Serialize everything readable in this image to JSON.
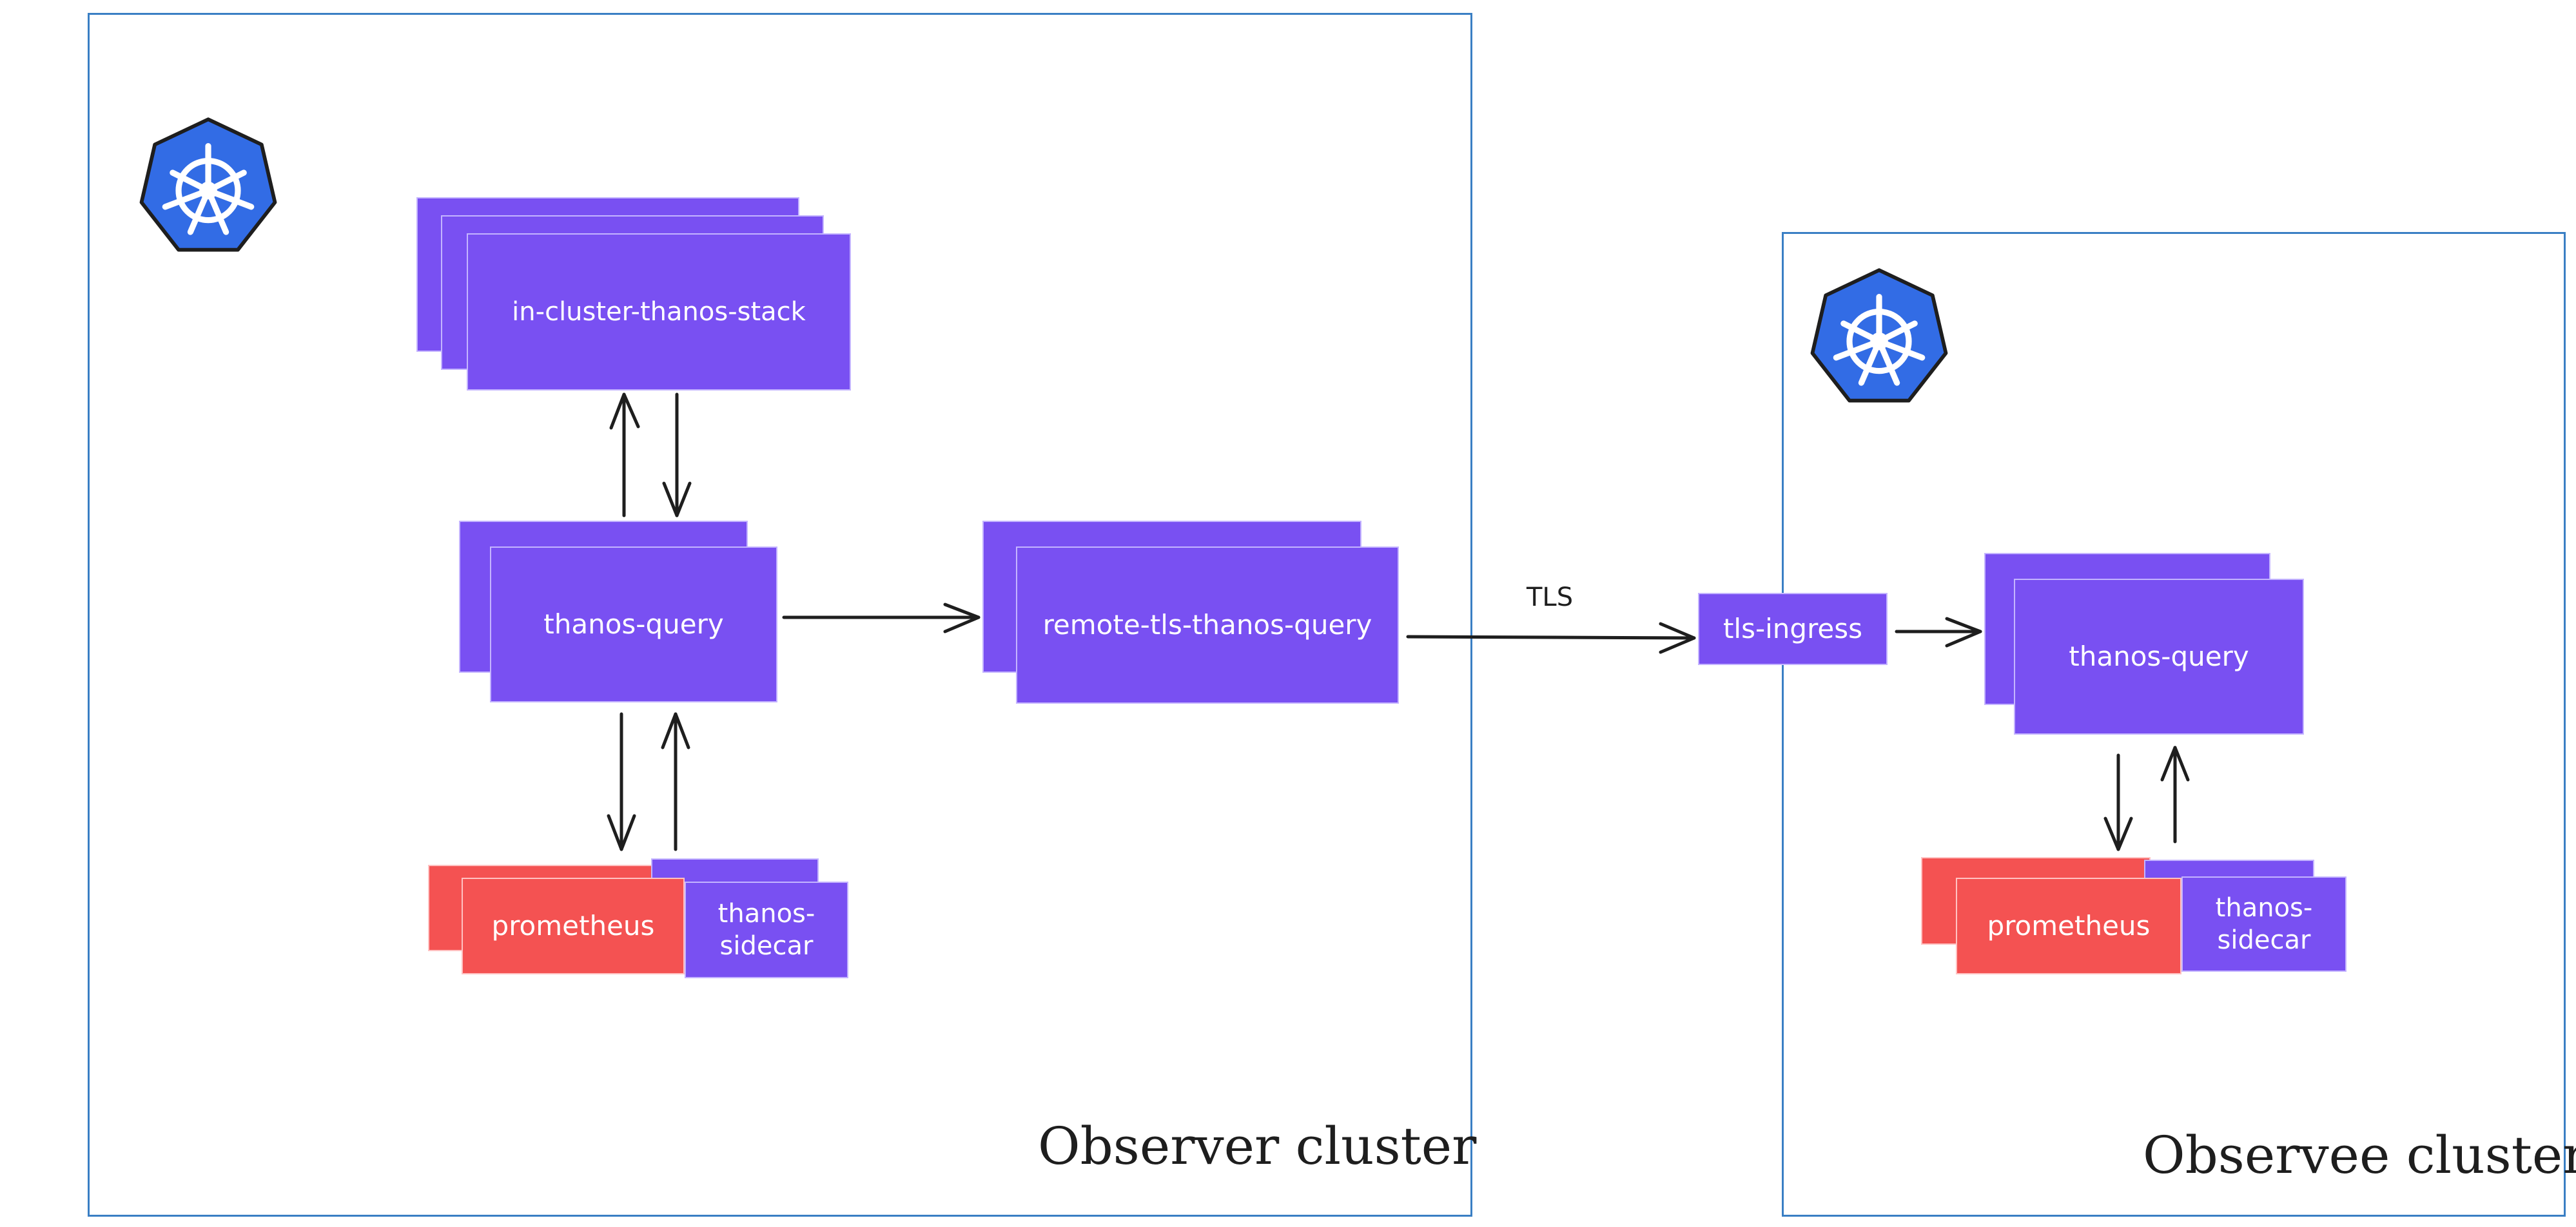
{
  "clusters": {
    "observer": {
      "label": "Observer cluster"
    },
    "observee": {
      "label": "Observee cluster"
    }
  },
  "nodes": {
    "in_cluster_thanos_stack": "in-cluster-thanos-stack",
    "observer_thanos_query": "thanos-query",
    "remote_tls_thanos_query": "remote-tls-thanos-query",
    "observer_prometheus": "prometheus",
    "observer_thanos_sidecar": "thanos-\nsidecar",
    "tls_ingress": "tls-ingress",
    "observee_thanos_query": "thanos-query",
    "observee_prometheus": "prometheus",
    "observee_thanos_sidecar": "thanos-\nsidecar"
  },
  "edges": {
    "tls_label": "TLS"
  },
  "icons": {
    "observer_logo": "kubernetes-icon",
    "observee_logo": "kubernetes-icon"
  },
  "colors": {
    "component": "#7950f2",
    "prometheus": "#f45252",
    "kubernetes": "#326ce5",
    "cluster_border": "#3a7fc4"
  }
}
